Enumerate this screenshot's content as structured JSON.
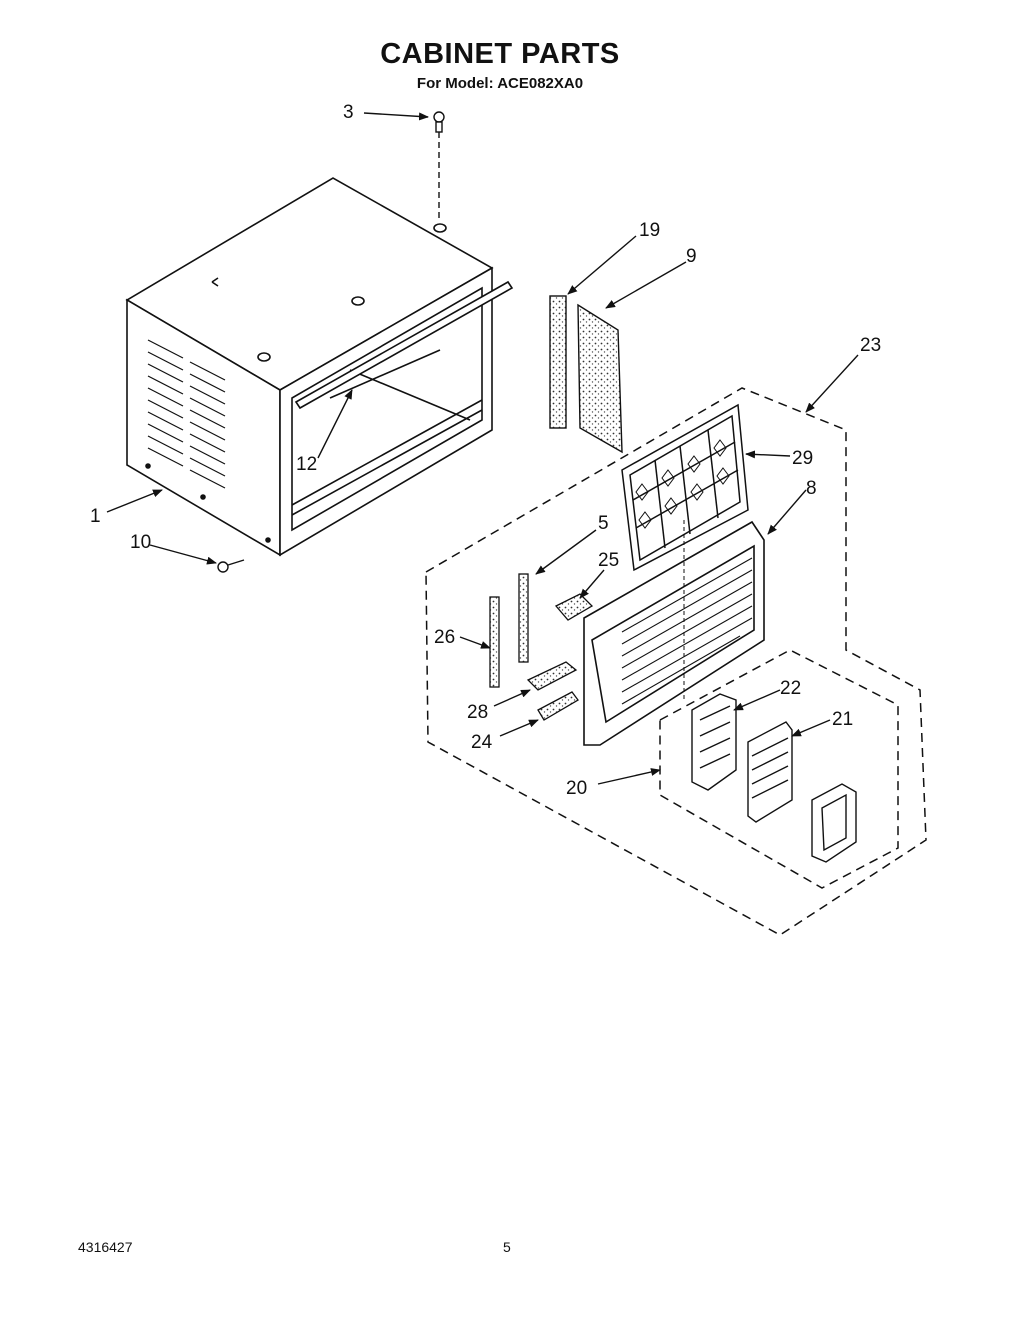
{
  "header": {
    "title": "CABINET PARTS",
    "model_line": "For Model: ACE082XA0"
  },
  "callouts": {
    "p1": "1",
    "p3": "3",
    "p5": "5",
    "p8": "8",
    "p9": "9",
    "p10": "10",
    "p12": "12",
    "p19": "19",
    "p20": "20",
    "p21": "21",
    "p22": "22",
    "p23": "23",
    "p24": "24",
    "p25": "25",
    "p26": "26",
    "p28": "28",
    "p29": "29"
  },
  "footer": {
    "doc_number": "4316427",
    "page_number": "5"
  }
}
